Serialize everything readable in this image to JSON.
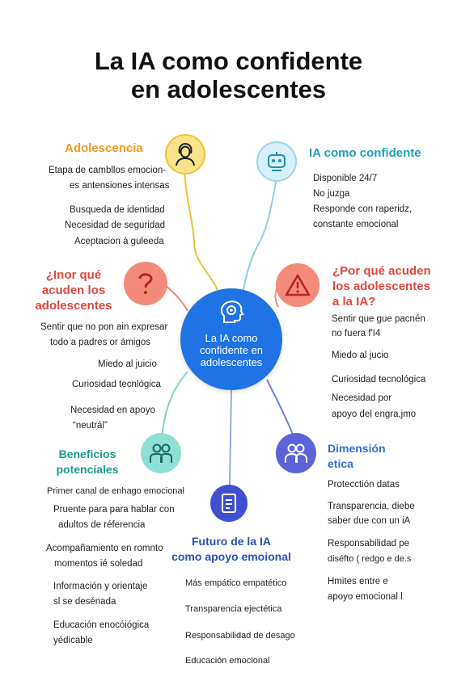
{
  "title": [
    "La IA como confidente",
    "en adolescentes"
  ],
  "center": {
    "lines": [
      "La IA como",
      "confidente en",
      "adolescentes"
    ],
    "icon": "head-gear-icon"
  },
  "branches": {
    "adolescencia": {
      "heading": "Adolescencia",
      "icon": "person-icon",
      "color": "#ef9a1e",
      "items": [
        "Etapa de cambllos emocion-",
        "es antensiones intensas",
        "Busqueda de identidad",
        "Necesidad de seguridad",
        "Aceptacion à guleeda"
      ]
    },
    "confidente": {
      "heading": "IA como confidente",
      "icon": "robot-icon",
      "color": "#1d9fb3",
      "items": [
        "Disponible 24/7",
        "No juzga",
        "Responde con raperidz,",
        "constante emocional"
      ]
    },
    "inor": {
      "heading": [
        "¿Inor qué",
        "acuden los",
        "adolescentes"
      ],
      "icon": "question-mark-icon",
      "color": "#e0473c",
      "items": [
        "Sentir que no pon ain expresar",
        "todo a padres or ámigos",
        "Miedo al juicio",
        "Curiosidad tecnlógica",
        "Necesidad en apoyo",
        "“neutrál”"
      ]
    },
    "porque": {
      "heading": [
        "¿Por qué acuden",
        "los adolescentes",
        "a la IA?"
      ],
      "icon": "warning-icon",
      "color": "#e0473c",
      "items": [
        "Sentir que gue pacnén",
        "no fuera f'I4",
        "Miedo al jucio",
        "Curiosidad tecnológica",
        "Necesidad por",
        "apoyo del engra,jmo"
      ]
    },
    "beneficios": {
      "heading": [
        "Beneficios",
        "potenciales"
      ],
      "icon": "people-icon",
      "color": "#1a9a8c",
      "items": [
        "Primer canal de enhago emocional",
        "Pruente para para hablar con",
        "adultos de réferencia",
        "Acompañamiento en romnto",
        "momentos ié soledad",
        "Información y orientaje",
        "sl se desénada",
        "Educación enocóiógica",
        "yédicable"
      ]
    },
    "dimension": {
      "heading": [
        "Dimensión",
        "etica"
      ],
      "icon": "users-icon",
      "color": "#2e6fd8",
      "items": [
        "Protecctión datas",
        "Transparencia, diebe",
        "saber due con un iA",
        "Responsabilidad pe",
        "diséfto  ( redgo e de.s",
        "Hmites entre e",
        "apoyo emocional l"
      ]
    },
    "futuro": {
      "heading": [
        "Futuro de la IA",
        "como apoyo emoional"
      ],
      "icon": "document-icon",
      "color": "#2b4fb5",
      "items": [
        "Más empático empatético",
        "Transparencia ejectética",
        "Responsabilidad de desago",
        "Educación emocional"
      ]
    }
  }
}
